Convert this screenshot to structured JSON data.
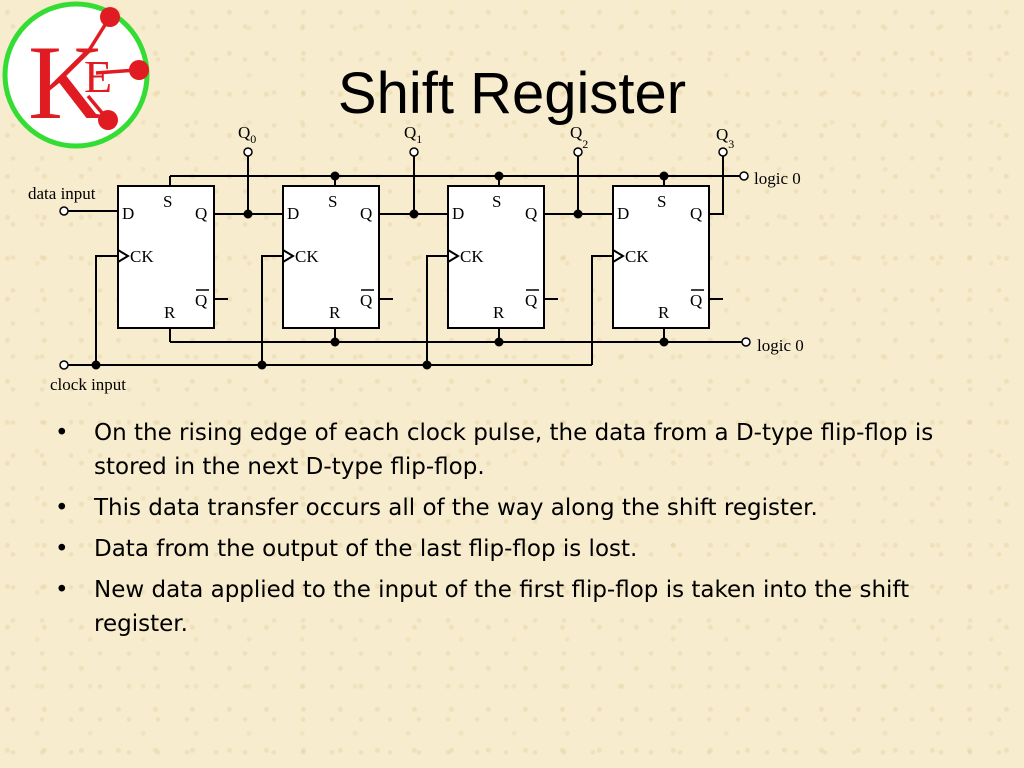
{
  "logo": {
    "letter_k": "K",
    "letter_e": "E",
    "ring_color": "#33dd33",
    "letter_color": "#e11b22"
  },
  "slide": {
    "title": "Shift Register"
  },
  "diagram": {
    "q_letter": "Q",
    "outputs": [
      "0",
      "1",
      "2",
      "3"
    ],
    "data_input": "data input",
    "clock_input": "clock input",
    "logic0_top": "logic 0",
    "logic0_bottom": "logic 0",
    "ff_labels": {
      "d": "D",
      "s": "S",
      "q": "Q",
      "ck": "CK",
      "r": "R",
      "qbar": "Q"
    }
  },
  "bullets": [
    "On the rising edge of each clock pulse, the data from a D-type flip-flop is stored in the next D-type flip-flop.",
    "This data transfer occurs all of the way along the shift register.",
    "Data from the output of the last flip-flop is lost.",
    "New data applied to the input of the first flip-flop is taken into the shift register."
  ],
  "bullet_symbol": "•"
}
